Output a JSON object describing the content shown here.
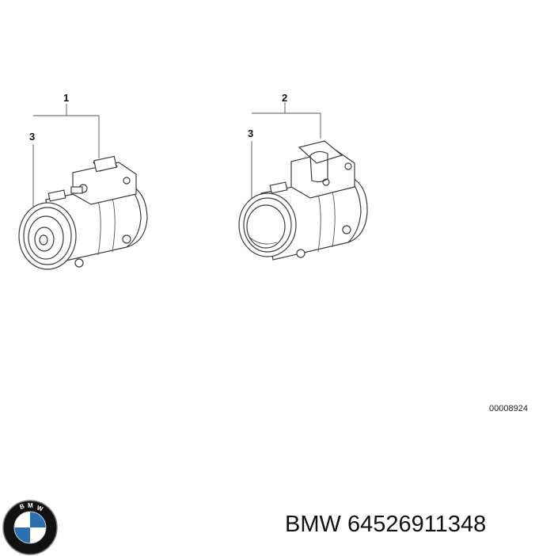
{
  "callouts": {
    "left_top": "1",
    "left_side": "3",
    "right_top": "2",
    "right_side": "3"
  },
  "drawing_id": "00008924",
  "caption": {
    "brand": "BMW",
    "part_number": "64526911348"
  },
  "logo_icon": "bmw-roundel-icon",
  "colors": {
    "logo_blue": "#2a6fb0",
    "logo_black": "#111111",
    "line": "#3a3a3a"
  }
}
